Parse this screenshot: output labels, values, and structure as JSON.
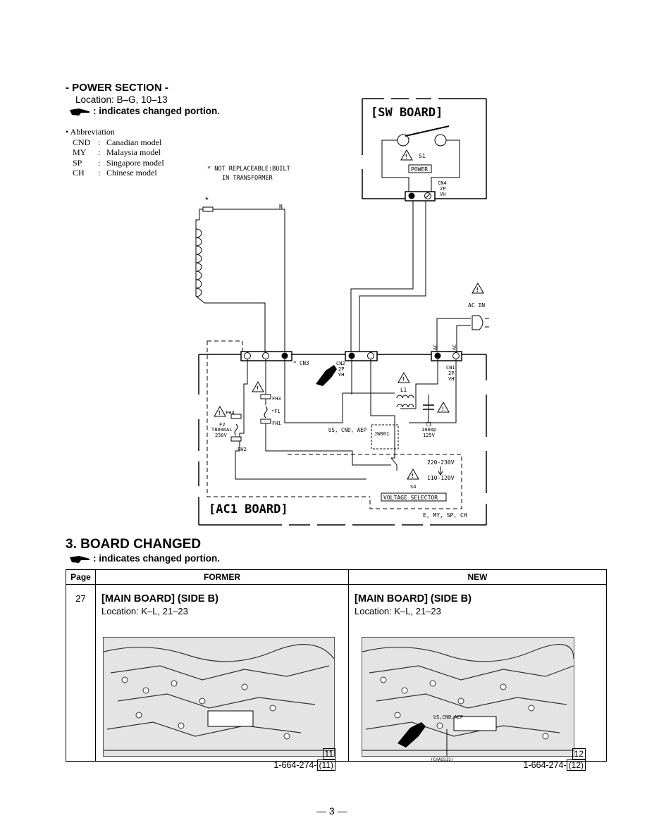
{
  "power_section": {
    "title": "- POWER SECTION -",
    "location": "Location: B–G, 10–13",
    "indicator_text": ": indicates changed portion."
  },
  "abbreviation": {
    "heading": "• Abbreviation",
    "items": [
      {
        "code": "CND",
        "meaning": "Canadian model"
      },
      {
        "code": "MY",
        "meaning": "Malaysia model"
      },
      {
        "code": "SP",
        "meaning": "Singapore model"
      },
      {
        "code": "CH",
        "meaning": "Chinese model"
      }
    ]
  },
  "schematic": {
    "note_line1": "* NOT REPLACEABLE:BUILT",
    "note_line2": "IN TRANSFORMER",
    "star": "*",
    "n_label": "N",
    "sw_board": "[SW BOARD]",
    "s1": "S1",
    "power": "POWER",
    "cn4": "CN4",
    "cn4_2p": "2P",
    "cn4_vh": "VH",
    "ac_in": "AC IN",
    "ac_a": "AC",
    "ac_b": "AC",
    "cn3": "* CN3",
    "cn2": "CN2",
    "cn2_2p": "2P",
    "cn2_vh": "VH",
    "cn1": "CN1",
    "cn1_2p": "2P",
    "cn1_vh": "VH",
    "l1": "L1",
    "c1": "C1",
    "c1_val": "1000p",
    "c1_v": "125V",
    "fh3": "FH3",
    "f1": "*F1",
    "fh1": "FH1",
    "fh4": "FH4",
    "f2": "F2",
    "f2_val": "T800mAL",
    "f2_v": "250V",
    "fh2": "FH2",
    "us_cnd_aep": "US, CND, AEP",
    "jw001": "JW001",
    "v220": "220-230V",
    "v110": "110-120V",
    "s4": "S4",
    "voltage_selector": "VOLTAGE SELECTOR",
    "e_my": "E, MY, SP, CH",
    "ac1_board": "[AC1 BOARD]"
  },
  "board_changed": {
    "title": "3.  BOARD CHANGED",
    "indicator_text": ": indicates changed portion.",
    "headers": {
      "page": "Page",
      "former": "FORMER",
      "new": "NEW"
    },
    "row": {
      "page": "27",
      "former_title": "[MAIN BOARD] (SIDE B)",
      "former_location": "Location: K–L, 21–23",
      "former_part_prefix": "1-664-274-",
      "former_rev_top": "11",
      "former_rev_bottom": "(11)",
      "new_title": "[MAIN BOARD] (SIDE B)",
      "new_location": "Location: K–L, 21–23",
      "new_part_prefix": "1-664-274-",
      "new_rev_top": "12",
      "new_rev_bottom": "(12)",
      "new_chassis": "(CHASSIS)",
      "new_us_label": "US,CND,AEP"
    }
  },
  "page_number": "— 3 —"
}
